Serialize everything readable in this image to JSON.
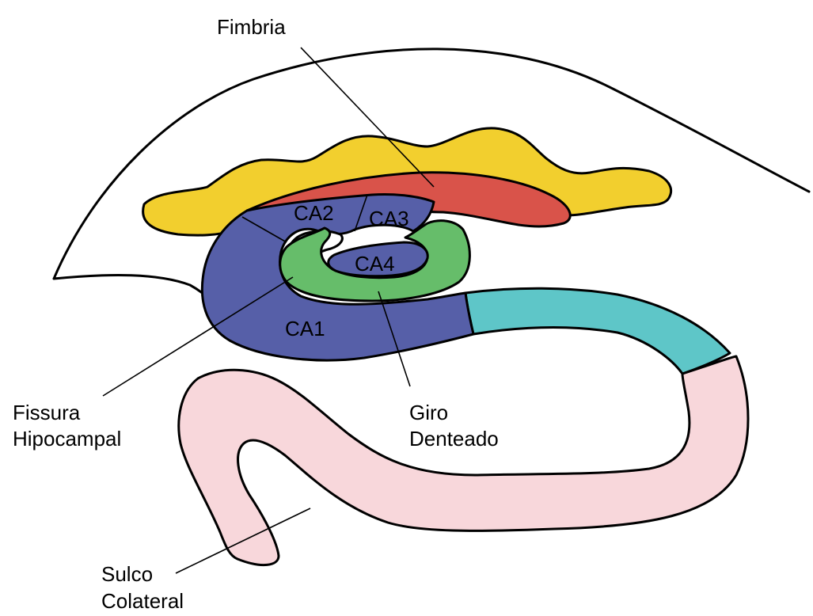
{
  "labels": {
    "fimbria": "Fimbria",
    "ca1": "CA1",
    "ca2": "CA2",
    "ca3": "CA3",
    "ca4": "CA4",
    "fissura_line1": "Fissura",
    "fissura_line2": "Hipocampal",
    "giro_line1": "Giro",
    "giro_line2": "Denteado",
    "sulco_line1": "Sulco",
    "sulco_line2": "Colateral"
  },
  "colors": {
    "fimbria": "#d9534a",
    "alveus_yellow": "#f2cf2e",
    "cornu_ammonis": "#565fa8",
    "dentate_gyrus": "#66bd6a",
    "subiculum": "#5ec6c8",
    "parahippocampal": "#f8d7db",
    "outline": "#000000"
  }
}
